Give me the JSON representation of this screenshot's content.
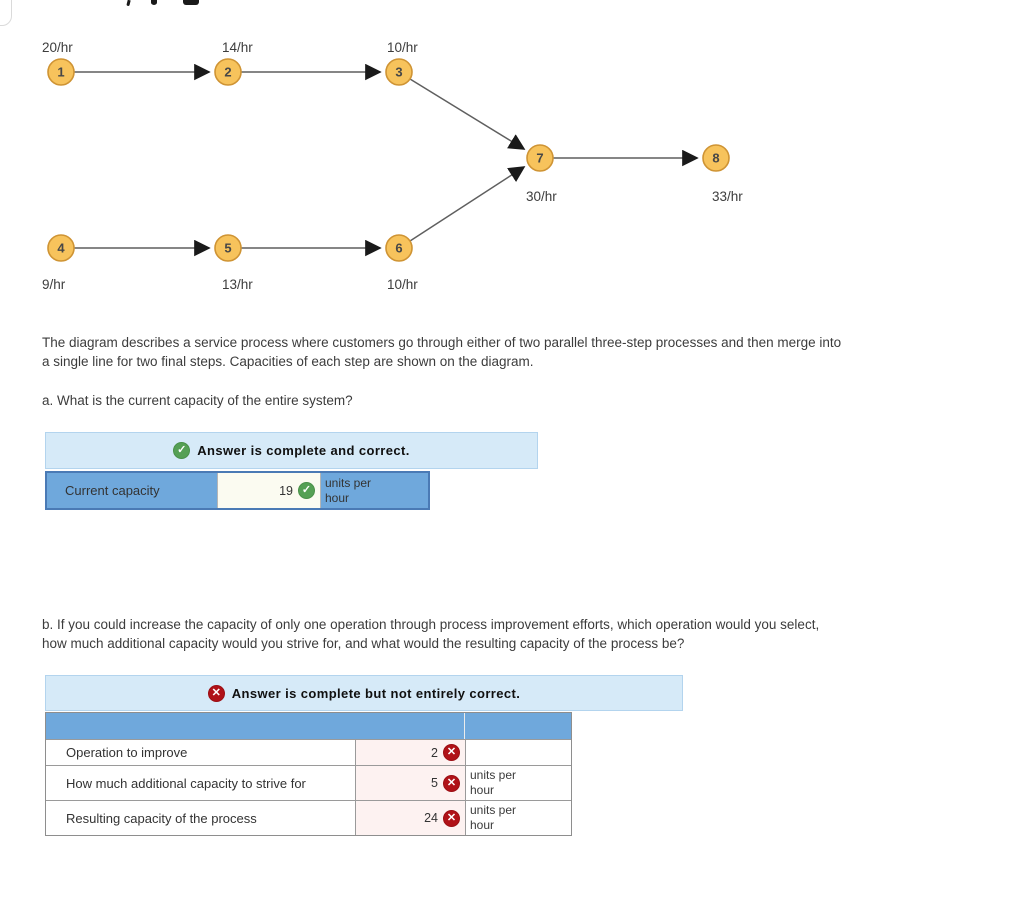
{
  "icons": {
    "check": "✓",
    "cross": "✕"
  },
  "colors": {
    "table_blue": "#6fa8dc",
    "banner_blue": "#d6eaf8",
    "correct_green": "#55a055",
    "incorrect_red": "#b01218",
    "node_fill": "#f7c35c",
    "node_border": "#cf9434",
    "value_cream": "#fbfbf1",
    "value_pink": "#fdf2f1"
  },
  "diagram": {
    "nodes": [
      {
        "id": "1",
        "capacity": "20/hr"
      },
      {
        "id": "2",
        "capacity": "14/hr"
      },
      {
        "id": "3",
        "capacity": "10/hr"
      },
      {
        "id": "4",
        "capacity": "9/hr"
      },
      {
        "id": "5",
        "capacity": "13/hr"
      },
      {
        "id": "6",
        "capacity": "10/hr"
      },
      {
        "id": "7",
        "capacity": "30/hr"
      },
      {
        "id": "8",
        "capacity": "33/hr"
      }
    ]
  },
  "description": {
    "line1": "The diagram describes a service process where customers go through either of two parallel three-step processes and then merge into",
    "line2": "a single line for two final steps. Capacities of each step are shown on the diagram."
  },
  "question_a": "a. What is the current capacity of the entire system?",
  "answer_a": {
    "banner": "Answer is complete and correct.",
    "row": {
      "label": "Current capacity",
      "value": "19",
      "units": "units per hour"
    }
  },
  "question_b": {
    "line1": "b. If you could increase the capacity of only one operation through process improvement efforts, which operation would you select,",
    "line2": "how much additional capacity would you strive for, and what would the resulting capacity of the process be?"
  },
  "answer_b": {
    "banner": "Answer is complete but not entirely correct.",
    "rows": [
      {
        "label": "Operation to improve",
        "value": "2",
        "units": ""
      },
      {
        "label": "How much additional capacity to strive for",
        "value": "5",
        "units": "units per hour"
      },
      {
        "label": "Resulting capacity of the process",
        "value": "24",
        "units": "units per hour"
      }
    ]
  }
}
